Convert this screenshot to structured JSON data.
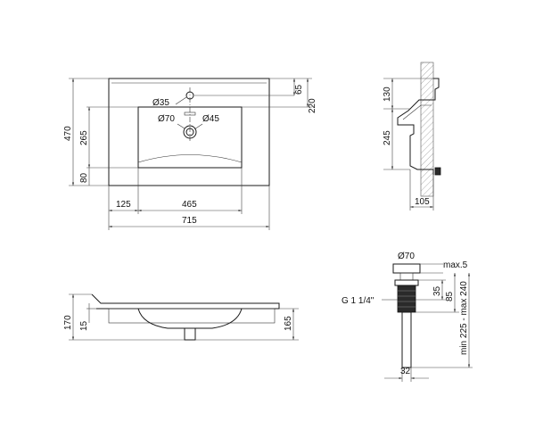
{
  "top_view": {
    "label_035": "Ø35",
    "label_070": "Ø70",
    "label_045": "Ø45",
    "dims": {
      "d65": "65",
      "d220": "220",
      "d470": "470",
      "d265": "265",
      "d80": "80",
      "d125": "125",
      "d465": "465",
      "d715": "715"
    }
  },
  "side_view": {
    "dims": {
      "d130": "130",
      "d245": "245",
      "d105": "105"
    }
  },
  "front_view": {
    "dims": {
      "d170": "170",
      "d15": "15",
      "d165": "165"
    }
  },
  "drain_view": {
    "label_070": "Ø70",
    "label_max5": "max.5",
    "label_thread": "G 1 1/4\"",
    "dims": {
      "d35": "35",
      "d85": "85",
      "d_range": "min 225 - max 240",
      "d32": "32"
    }
  }
}
